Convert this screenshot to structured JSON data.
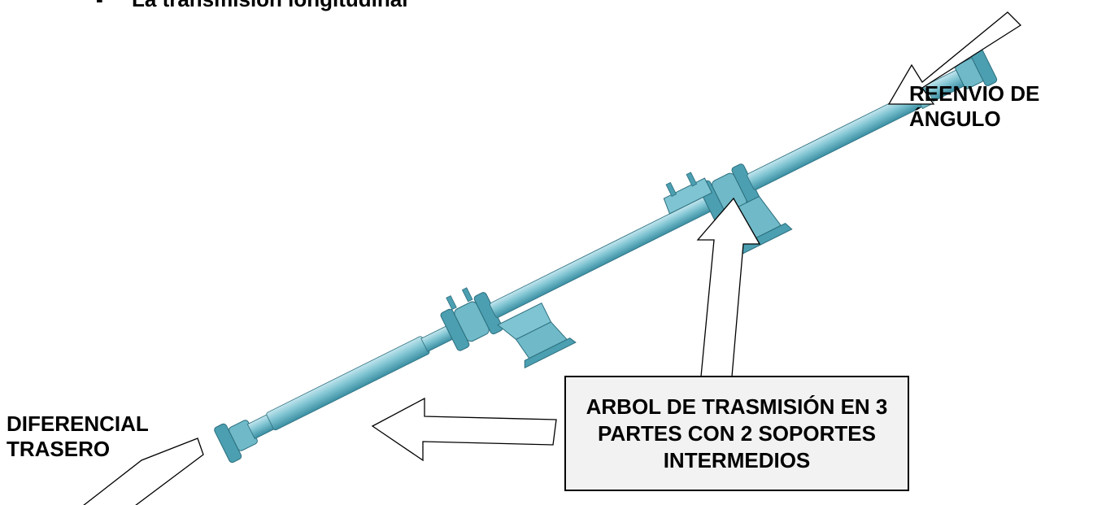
{
  "heading": {
    "bullet": "-",
    "text": "La transmisión longitudinal"
  },
  "labels": {
    "reenvio": [
      "REENVIO DE",
      "ÁNGULO"
    ],
    "diferencial": [
      "DIFERENCIAL",
      "TRASERO"
    ]
  },
  "callout": {
    "text": "ARBOL DE TRASMISIÓN EN 3 PARTES CON 2 SOPORTES INTERMEDIOS"
  },
  "colors": {
    "shaft": "#7fc4d2",
    "shaft_dark": "#3f93a6",
    "shaft_light": "#b9e2ea",
    "outline": "#000000",
    "callout_bg": "#f2f2f2"
  }
}
